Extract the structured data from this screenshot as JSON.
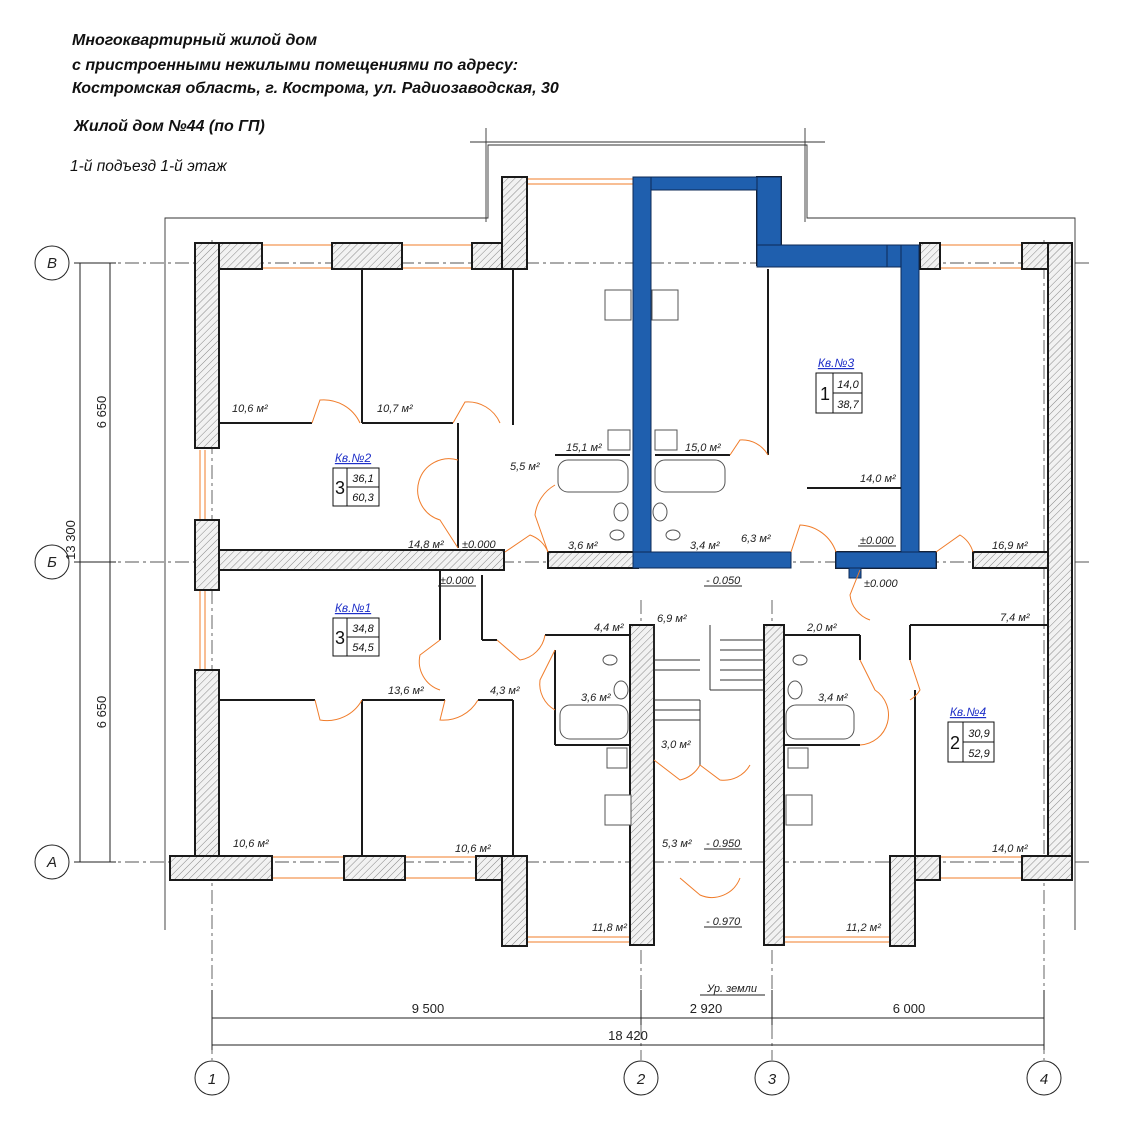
{
  "header": {
    "line1": "Многоквартирный жилой дом",
    "line2": "с пристроенными нежилыми помещениями по адресу:",
    "line3": "Костромская область, г. Кострома, ул. Радиозаводская, 30",
    "house": "Жилой дом №44 (по ГП)",
    "floor": "1-й подъезд 1-й этаж"
  },
  "axes": {
    "a": "А",
    "b": "Б",
    "v": "В",
    "n1": "1",
    "n2": "2",
    "n3": "3",
    "n4": "4"
  },
  "dimensions": {
    "overall_height": "13 300",
    "upper_height": "6 650",
    "lower_height": "6 650",
    "seg1": "9 500",
    "seg2": "2 920",
    "seg3": "6 000",
    "total": "18 420",
    "ground": "Ур. земли"
  },
  "apartments": {
    "a1": {
      "label": "Кв.№1",
      "rooms": "3",
      "living": "34,8",
      "total": "54,5"
    },
    "a2": {
      "label": "Кв.№2",
      "rooms": "3",
      "living": "36,1",
      "total": "60,3"
    },
    "a3": {
      "label": "Кв.№3",
      "rooms": "1",
      "living": "14,0",
      "total": "38,7"
    },
    "a4": {
      "label": "Кв.№4",
      "rooms": "2",
      "living": "30,9",
      "total": "52,9"
    }
  },
  "areas": {
    "r1": "10,6 м²",
    "r2": "10,7 м²",
    "r3": "5,5 м²",
    "r4": "15,1 м²",
    "r5": "15,0 м²",
    "r6": "14,0 м²",
    "r7": "14,8 м²",
    "r8": "3,6 м²",
    "r9": "3,4 м²",
    "r10": "6,3 м²",
    "r11": "16,9 м²",
    "r12": "4,4 м²",
    "r13": "6,9 м²",
    "r14": "2,0 м²",
    "r15": "7,4 м²",
    "r16": "3,6 м²",
    "r17": "3,4 м²",
    "r18": "13,6 м²",
    "r19": "4,3 м²",
    "r20": "3,0 м²",
    "r21": "10,6 м²",
    "r22": "10,6 м²",
    "r23": "5,3 м²",
    "r24": "14,0 м²",
    "r25": "11,8 м²",
    "r26": "11,2 м²"
  },
  "levels": {
    "l1": "±0.000",
    "l2": "±0.000",
    "l3": "±0.000",
    "l4": "±0.000",
    "l5": "- 0.050",
    "l6": "- 0.950",
    "l7": "- 0.970"
  },
  "colors": {
    "wall": "#1a1a1a",
    "highlight": "#1f5fae",
    "door": "#f07c2a",
    "dim": "#222222"
  }
}
